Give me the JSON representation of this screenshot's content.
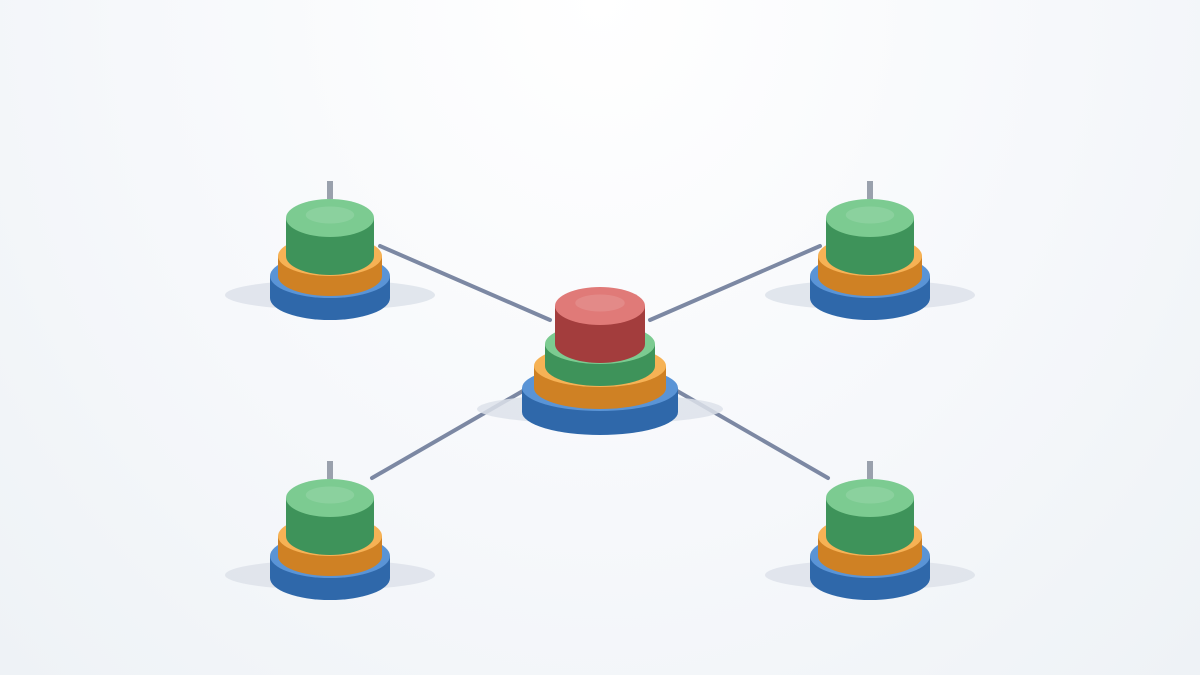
{
  "diagram": {
    "colors": {
      "background": "#f6f8fb",
      "connector": "#7c88a3",
      "pole": "#9aa1ad",
      "shadow": "#dde2ea",
      "blue_top": "#5a94d6",
      "blue_side": "#2f68aa",
      "orange_top": "#f6b255",
      "orange_side": "#cf8124",
      "green_top": "#7ccb91",
      "green_side": "#3e935a",
      "red_top": "#e07a78",
      "red_side": "#a33d3d"
    },
    "hub": {
      "name": "central-tower",
      "layers": [
        "blue",
        "orange",
        "green",
        "red"
      ]
    },
    "nodes": [
      {
        "name": "tower-top-left",
        "layers": [
          "blue",
          "orange",
          "green"
        ]
      },
      {
        "name": "tower-top-right",
        "layers": [
          "blue",
          "orange",
          "green"
        ]
      },
      {
        "name": "tower-bottom-left",
        "layers": [
          "blue",
          "orange",
          "green"
        ]
      },
      {
        "name": "tower-bottom-right",
        "layers": [
          "blue",
          "orange",
          "green"
        ]
      }
    ]
  }
}
